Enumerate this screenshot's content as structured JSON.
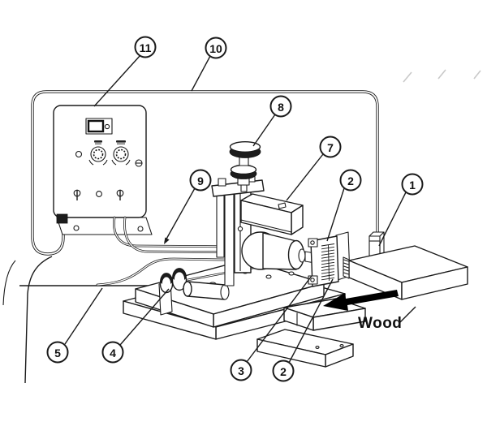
{
  "figure": {
    "kind": "technical-line-diagram",
    "wood_label": "Wood",
    "callouts": [
      {
        "number": "11"
      },
      {
        "number": "10"
      },
      {
        "number": "8"
      },
      {
        "number": "7"
      },
      {
        "number": "9"
      },
      {
        "number": "2"
      },
      {
        "number": "1"
      },
      {
        "number": "5"
      },
      {
        "number": "4"
      },
      {
        "number": "3"
      },
      {
        "number": "2"
      }
    ],
    "colors": {
      "line": "#1a1a1a",
      "background": "#ffffff",
      "arrow_fill": "#000000"
    },
    "icons": [
      "power-rocker-switch",
      "indicator-led",
      "adjust-knob-left",
      "adjust-knob-right",
      "keyhole-screw",
      "panel-screw",
      "feed-direction-arrow"
    ]
  }
}
